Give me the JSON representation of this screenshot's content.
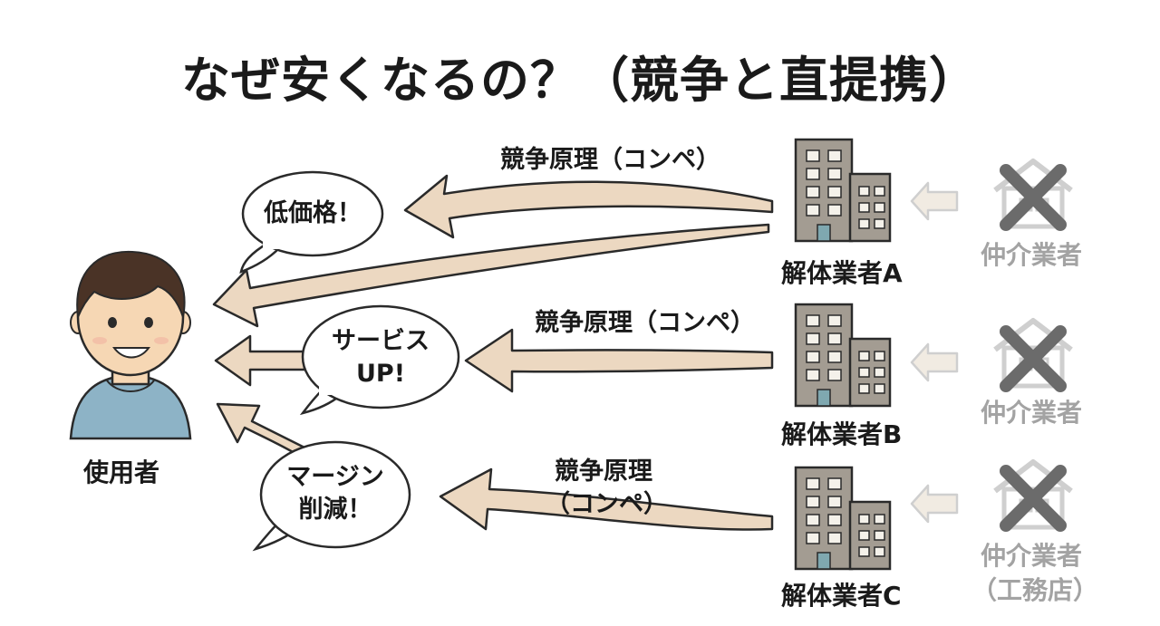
{
  "title": "なぜ安くなるの？（競争と直提携）",
  "user": {
    "label": "使用者"
  },
  "vendors": [
    {
      "name": "解体業者A",
      "competition_label": "競争原理（コンペ）",
      "benefit": "低価格！"
    },
    {
      "name": "解体業者B",
      "competition_label": "競争原理（コンペ）",
      "benefit_line1": "サービス",
      "benefit_line2": "UP!"
    },
    {
      "name": "解体業者C",
      "competition_label_line1": "競争原理",
      "competition_label_line2": "（コンペ）",
      "benefit_line1": "マージン",
      "benefit_line2": "削減！"
    }
  ],
  "brokers": [
    {
      "label": "仲介業者"
    },
    {
      "label": "仲介業者"
    },
    {
      "label_line1": "仲介業者",
      "label_line2": "（工務店）"
    }
  ],
  "colors": {
    "arrow_fill": "#ecd8c1",
    "arrow_stroke": "#2a2a2a",
    "building": "#a39c92",
    "building_window": "#f4f1ea",
    "building_door": "#7fa8b0",
    "broker_gray": "#cfcfcf",
    "cross": "#6b6b6b",
    "shirt": "#8db3c6",
    "hair": "#4a3326",
    "skin": "#f6d7b4"
  },
  "icons": [
    "person-icon",
    "speech-bubble-icon",
    "office-building-icon",
    "house-icon",
    "cross-mark-icon",
    "arrow-left-icon"
  ]
}
